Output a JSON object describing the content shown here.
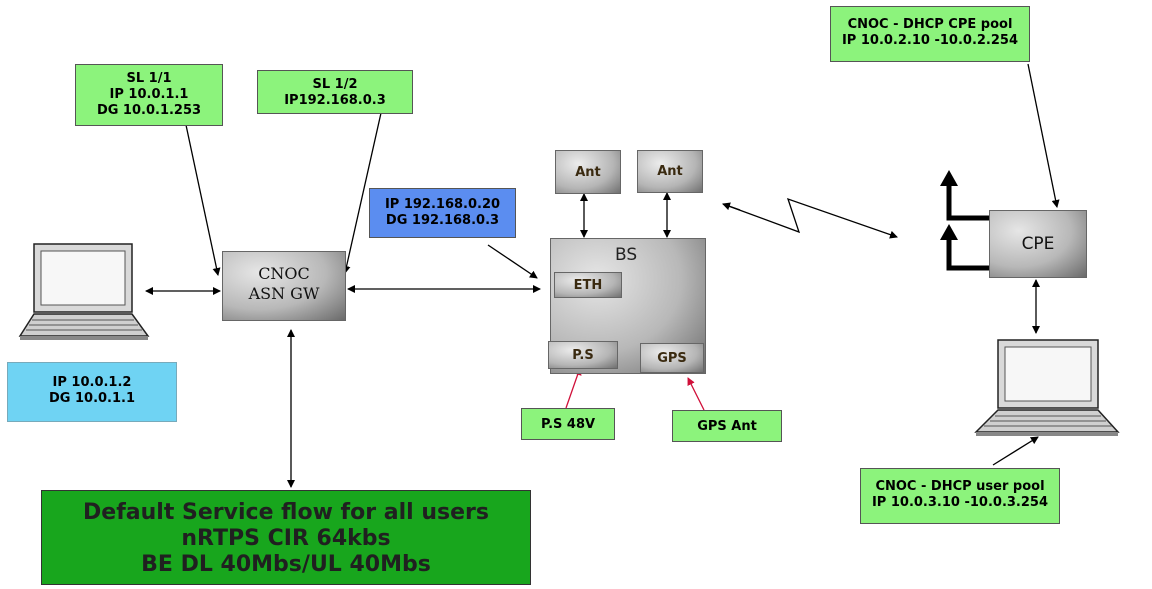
{
  "labels": {
    "sl11": [
      "SL 1/1",
      "IP 10.0.1.1",
      "DG 10.0.1.253"
    ],
    "sl12": [
      "SL 1/2",
      "IP192.168.0.3"
    ],
    "bs_ip": [
      "IP 192.168.0.20",
      "DG 192.168.0.3"
    ],
    "laptop_ip": [
      "IP 10.0.1.2",
      "DG 10.0.1.1"
    ],
    "cpe_pool": [
      "CNOC - DHCP CPE pool",
      "IP 10.0.2.10 -10.0.2.254"
    ],
    "user_pool": [
      "CNOC - DHCP user pool",
      "IP 10.0.3.10 -10.0.3.254"
    ],
    "ps48": "P.S 48V",
    "gps_ant": "GPS Ant",
    "service_flow": [
      "Default Service flow for all users",
      "nRTPS CIR 64kbs",
      "BE DL 40Mbs/UL 40Mbs"
    ]
  },
  "nodes": {
    "asn_gw": [
      "CNOC",
      "ASN GW"
    ],
    "bs": "BS",
    "eth": "ETH",
    "ps": "P.S",
    "gps": "GPS",
    "ant1": "Ant",
    "ant2": "Ant",
    "cpe": "CPE"
  },
  "colors": {
    "label_green": "#8cf37c",
    "label_blue": "#5b8df0",
    "label_cyan": "#6fd3f3",
    "service_green": "#18a61d",
    "power_arrow": "#d0103a"
  }
}
